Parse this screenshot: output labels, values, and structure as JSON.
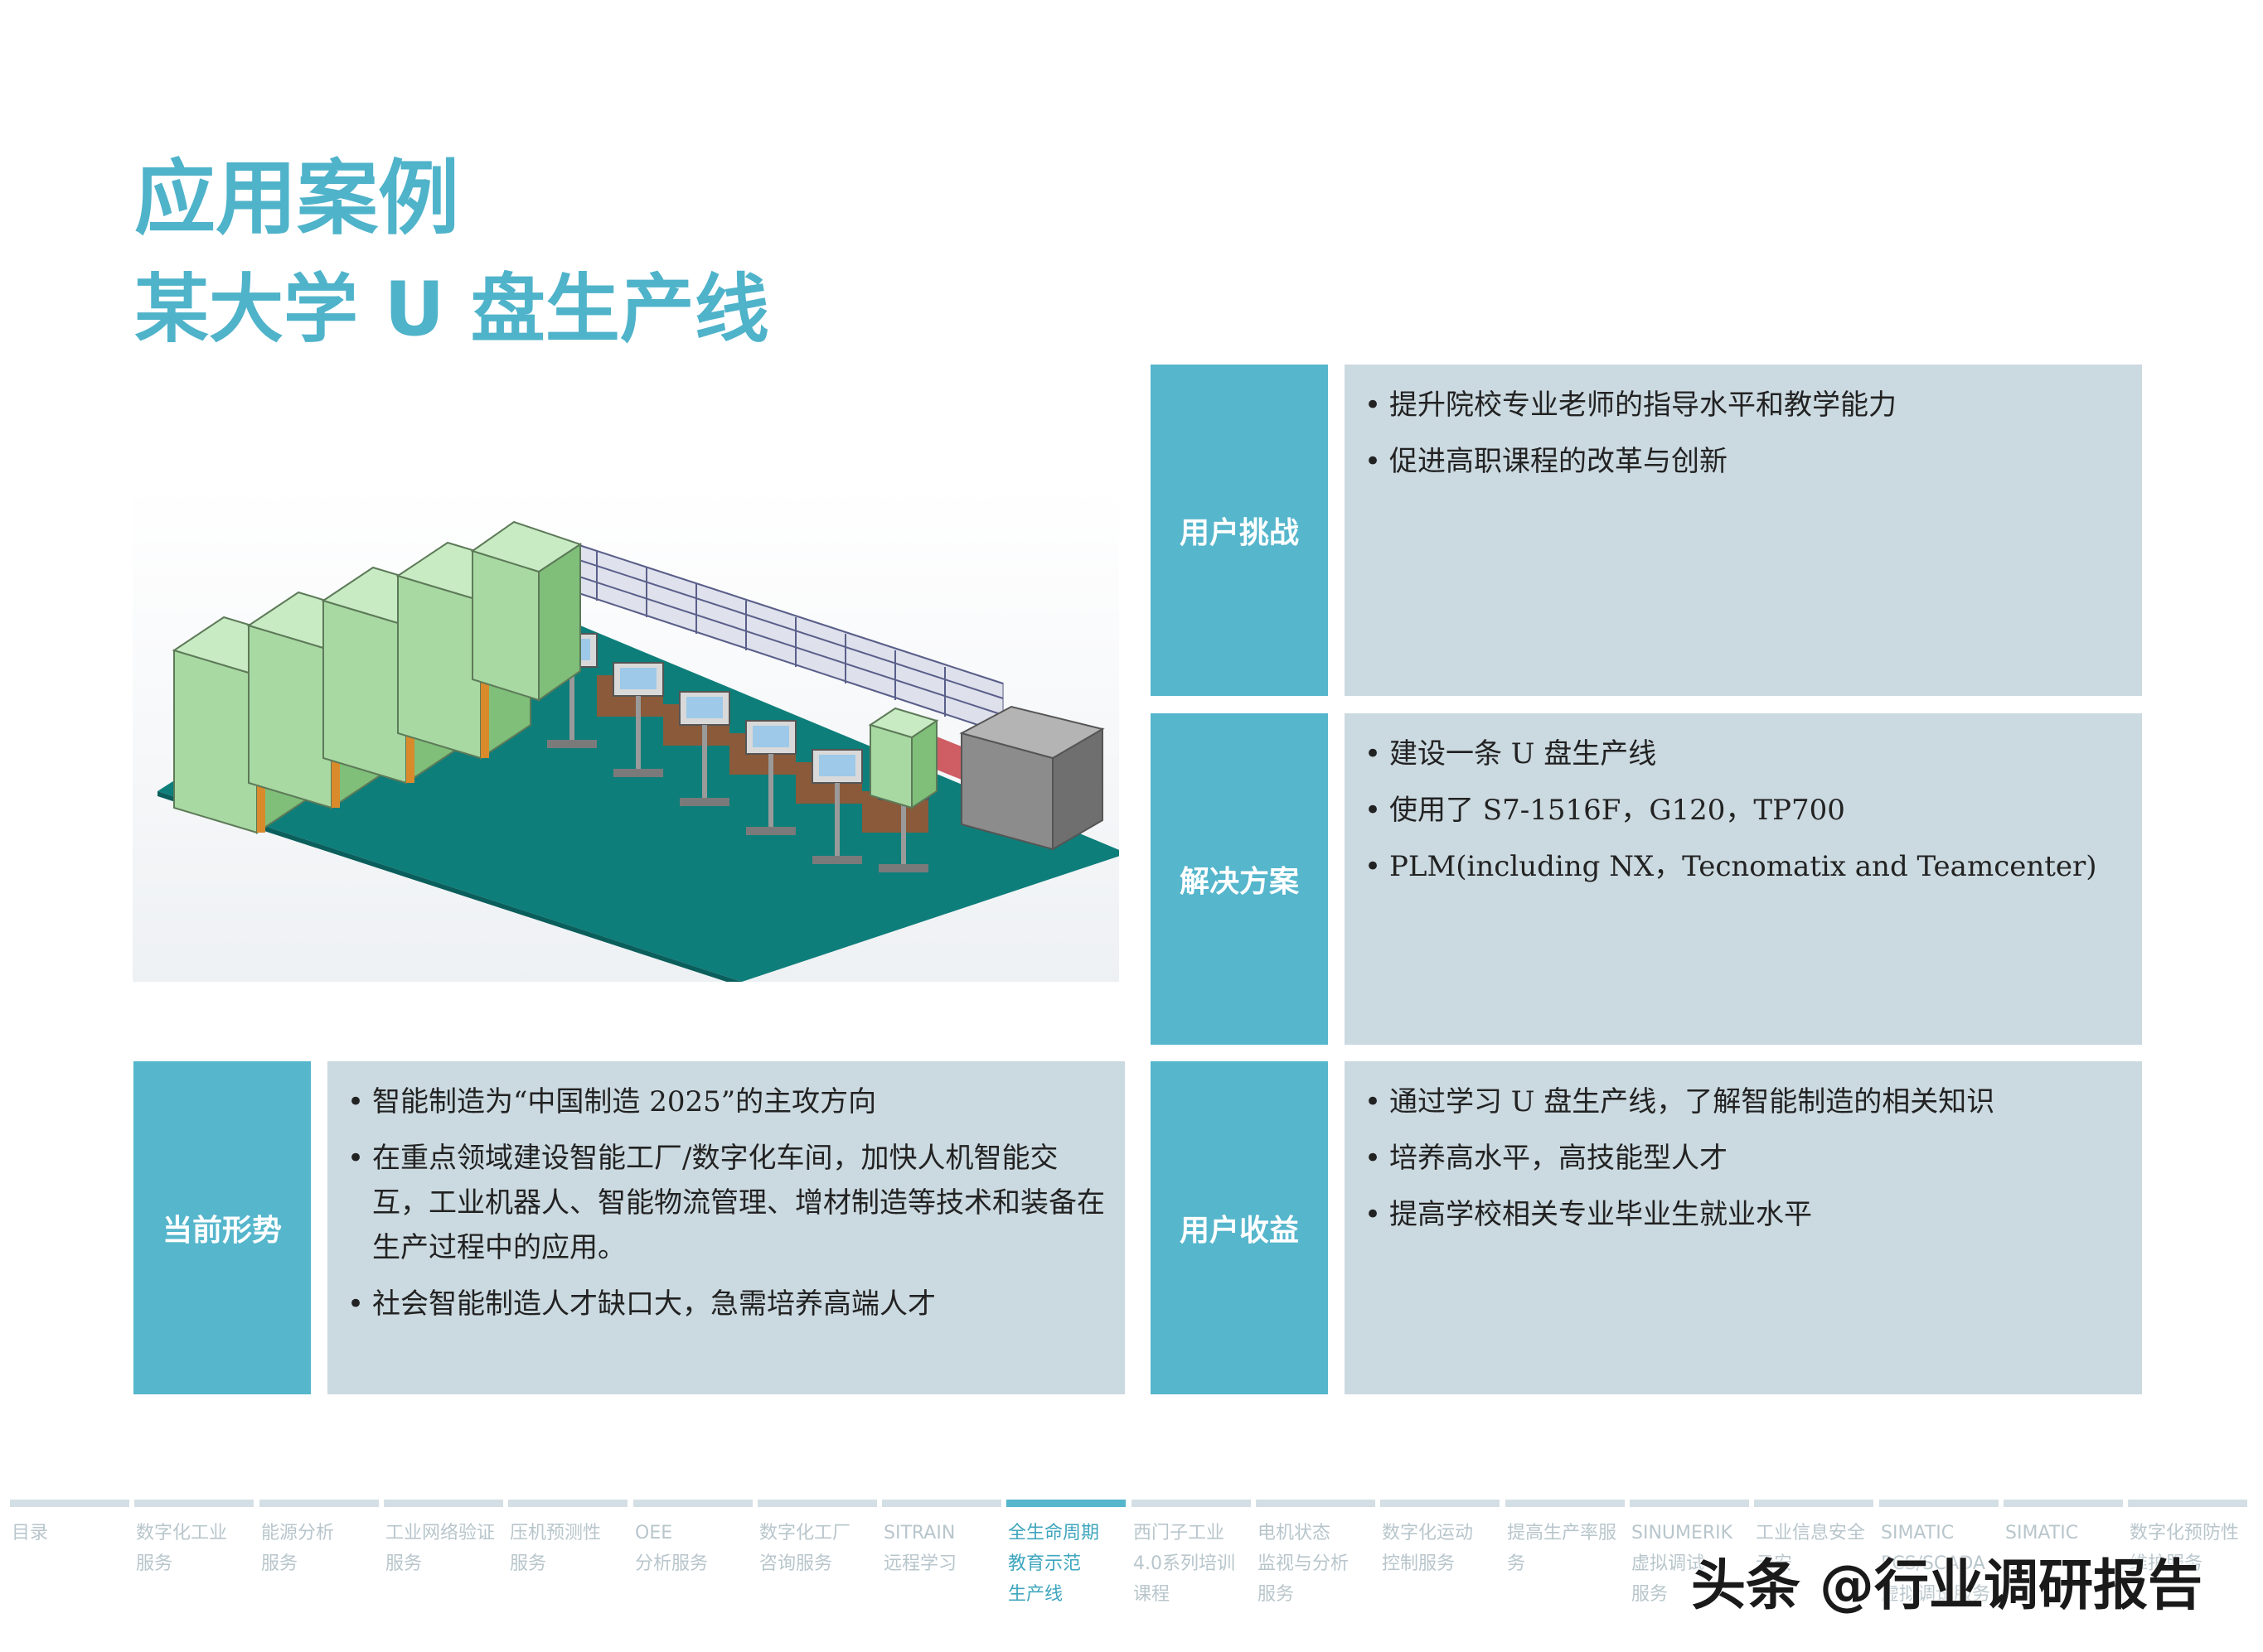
{
  "page": {
    "title_line1": "应用案例",
    "title_line2": "某大学 U 盘生产线"
  },
  "colors": {
    "title": "#4fb3ca",
    "label_bg": "#55b6cc",
    "content_bg": "#cbd9e0",
    "floor": "#0e7e7a",
    "cabinet": "#9fd49a"
  },
  "sections": {
    "challenge": {
      "label": "用户挑战",
      "items": [
        "提升院校专业老师的指导水平和教学能力",
        "促进高职课程的改革与创新"
      ]
    },
    "solution": {
      "label": "解决方案",
      "items": [
        "建设一条 U 盘生产线",
        "使用了 S7-1516F，G120，TP700",
        "PLM(including NX，Tecnomatix and Teamcenter)"
      ]
    },
    "situation": {
      "label": "当前形势",
      "items": [
        "智能制造为“中国制造 2025”的主攻方向",
        "在重点领域建设智能工厂/数字化车间，加快人机智能交互，工业机器人、智能物流管理、增材制造等技术和装备在生产过程中的应用。",
        "社会智能制造人才缺口大，急需培养高端人才"
      ]
    },
    "benefit": {
      "label": "用户收益",
      "items": [
        "通过学习 U 盘生产线，了解智能制造的相关知识",
        "培养高水平，高技能型人才",
        "提高学校相关专业毕业生就业水平"
      ]
    }
  },
  "nav": [
    {
      "label": "目录"
    },
    {
      "label": "数字化工业\n服务"
    },
    {
      "label": "能源分析\n服务"
    },
    {
      "label": "工业网络验证\n服务"
    },
    {
      "label": "压机预测性\n服务"
    },
    {
      "label": "OEE\n分析服务"
    },
    {
      "label": "数字化工厂\n咨询服务"
    },
    {
      "label": "SITRAIN\n远程学习"
    },
    {
      "label": "全生命周期\n教育示范\n生产线",
      "active": true
    },
    {
      "label": "西门子工业\n4.0系列培训\n课程"
    },
    {
      "label": "电机状态\n监视与分析\n服务"
    },
    {
      "label": "数字化运动\n控制服务"
    },
    {
      "label": "提高生产率服\n务"
    },
    {
      "label": "SINUMERIK\n虚拟调试\n服务"
    },
    {
      "label": "工业信息安全\n云安"
    },
    {
      "label": "SIMATIC\nPCS/SCADA\n虚拟调试服务"
    },
    {
      "label": "SIMATIC\n..."
    },
    {
      "label": "数字化预防性\n维护服务"
    }
  ],
  "watermark": "头条 @行业调研报告"
}
